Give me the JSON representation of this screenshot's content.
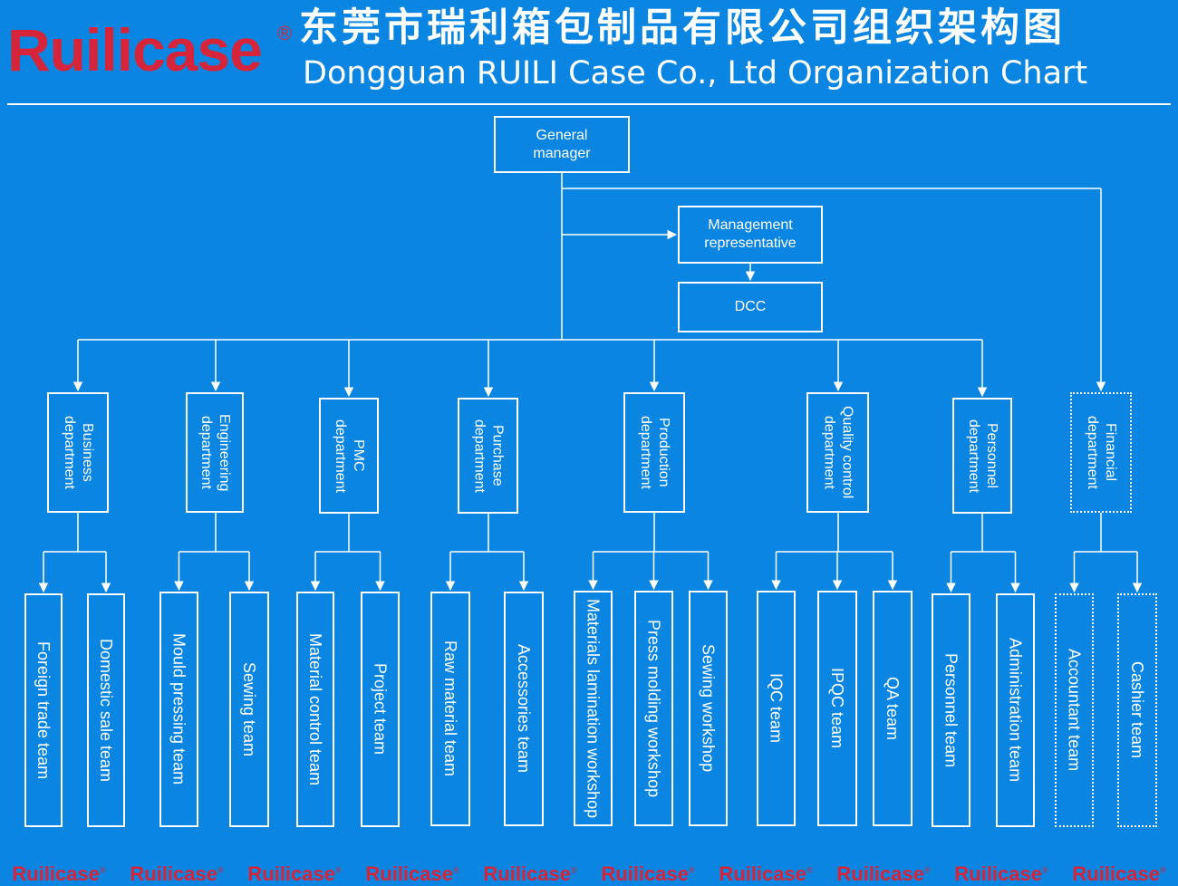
{
  "header": {
    "logo_text": "Ruilicase",
    "logo_reg": "®",
    "title_cn": "东莞市瑞利箱包制品有限公司组织架构图",
    "title_en": "Dongguan RUILI Case Co., Ltd Organization Chart"
  },
  "colors": {
    "background": "#0a86e2",
    "logo_red": "#d6253a",
    "line": "#ffffff"
  },
  "chart": {
    "top": {
      "general_manager": "General\nmanager",
      "management_representative": "Management\nrepresentative",
      "dcc": "DCC"
    },
    "departments": [
      {
        "id": "business",
        "label": "Business\ndepartment",
        "dotted": false,
        "teams": [
          {
            "label": "Foreign trade team",
            "dotted": false
          },
          {
            "label": "Domestic sale team",
            "dotted": false
          }
        ]
      },
      {
        "id": "engineering",
        "label": "Engineering\ndepartment",
        "dotted": false,
        "teams": [
          {
            "label": "Mould pressing team",
            "dotted": false
          },
          {
            "label": "Sewing team",
            "dotted": false
          }
        ]
      },
      {
        "id": "pmc",
        "label": "PMC\ndepartment",
        "dotted": false,
        "teams": [
          {
            "label": "Material control team",
            "dotted": false
          },
          {
            "label": "Project team",
            "dotted": false
          }
        ]
      },
      {
        "id": "purchase",
        "label": "Purchase\ndepartment",
        "dotted": false,
        "teams": [
          {
            "label": "Raw material team",
            "dotted": false
          },
          {
            "label": "Accessories team",
            "dotted": false
          }
        ]
      },
      {
        "id": "production",
        "label": "Production\ndepartment",
        "dotted": false,
        "teams": [
          {
            "label": "Materials lamination workshop",
            "dotted": false
          },
          {
            "label": "Press molding workshop",
            "dotted": false
          },
          {
            "label": "Sewing workshop",
            "dotted": false
          }
        ]
      },
      {
        "id": "quality",
        "label": "Quality control\ndepartment",
        "dotted": false,
        "teams": [
          {
            "label": "IQC team",
            "dotted": false
          },
          {
            "label": "IPQC team",
            "dotted": false
          },
          {
            "label": "QA team",
            "dotted": false
          }
        ]
      },
      {
        "id": "personnel",
        "label": "Personnel\ndepartment",
        "dotted": false,
        "teams": [
          {
            "label": "Personnel team",
            "dotted": false
          },
          {
            "label": "Administration team",
            "dotted": false
          }
        ]
      },
      {
        "id": "financial",
        "label": "Financial\ndepartment",
        "dotted": true,
        "teams": [
          {
            "label": "Accountant team",
            "dotted": true
          },
          {
            "label": "Cashier team",
            "dotted": true
          }
        ]
      }
    ]
  },
  "footer": {
    "watermark_text": "Ruilicase",
    "watermark_reg": "®",
    "repeat": 10
  }
}
